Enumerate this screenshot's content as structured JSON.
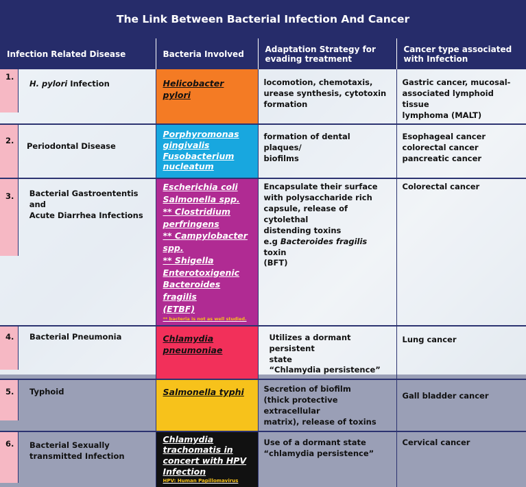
{
  "title": "The Link Between Bacterial Infection And Cancer",
  "headers": {
    "disease": "Infection Related Disease",
    "bacteria": "Bacteria Involved",
    "strategy": "Adaptation Strategy for evading treatment",
    "cancer": "Cancer type associated with Infection"
  },
  "rows": [
    {
      "num": "1.",
      "disease_em": "H. pylori",
      "disease": " Infection",
      "bacteria": [
        "Helicobacter pylori"
      ],
      "strategy": [
        "locomotion, chemotaxis,",
        "urease synthesis, cytotoxin",
        "formation"
      ],
      "cancer": [
        "Gastric cancer, mucosal-",
        "associated lymphoid tissue",
        "lymphoma (MALT)"
      ]
    },
    {
      "num": "2.",
      "disease": "Periodontal Disease",
      "bacteria": [
        "Porphyromonas",
        "gingivalis",
        "Fusobacterium",
        "nucleatum"
      ],
      "strategy": [
        "formation of dental plaques/",
        "biofilms"
      ],
      "cancer": [
        "Esophageal cancer",
        "colorectal cancer",
        "pancreatic cancer"
      ]
    },
    {
      "num": "3.",
      "disease": [
        "Bacterial Gastroententis and",
        "Acute Diarrhea Infections"
      ],
      "bacteria": [
        "Escherichia coli",
        "Salmonella spp.",
        "** Clostridium perfringens",
        "** Campylobacter spp.",
        "** Shigella",
        "Enterotoxigenic",
        "Bacteroides fragilis",
        "(ETBF)"
      ],
      "bacteria_note": "** bacteria is not as well studied.",
      "strategy": [
        "Encapsulate their surface",
        "with polysaccharide rich",
        "capsule, release of cytolethal",
        "distending toxins"
      ],
      "strategy_eg": "e.g ",
      "strategy_eg_em": "Bacteroides fragilis",
      "strategy_eg_tail": " toxin",
      "strategy_last": "(BFT)",
      "cancer": [
        "Colorectal cancer"
      ]
    },
    {
      "num": "4.",
      "disease": "Bacterial Pneumonia",
      "bacteria": [
        "Chlamydia pneumoniae"
      ],
      "strategy": [
        "Utilizes a dormant persistent",
        "state",
        "“Chlamydia persistence”"
      ],
      "cancer": [
        "Lung cancer"
      ]
    },
    {
      "num": "5.",
      "disease": "Typhoid",
      "bacteria": [
        "Salmonella typhi"
      ],
      "strategy": [
        "Secretion of biofilm",
        "(thick protective extracellular",
        "matrix), release of toxins"
      ],
      "cancer": [
        "Gall bladder cancer"
      ]
    },
    {
      "num": "6.",
      "disease": [
        "Bacterial Sexually",
        "transmitted Infection"
      ],
      "bacteria": [
        "Chlamydia",
        "trachomatis in",
        "concert with HPV",
        "Infection"
      ],
      "bacteria_note": "HPV: Human Papillomavirus",
      "strategy": [
        "Use of a dormant state",
        "“chlamydia persistence”"
      ],
      "cancer": [
        "Cervical cancer"
      ]
    }
  ],
  "colors": {
    "header": "#262c6a",
    "num_cell": "#f6b8c4",
    "row1_bacteria": "#f47b24",
    "row2_bacteria": "#18a7df",
    "row3_bacteria": "#b02b93",
    "row4_bacteria": "#f2305a",
    "row5_bacteria": "#f7c21b",
    "row6_bacteria": "#111111"
  }
}
